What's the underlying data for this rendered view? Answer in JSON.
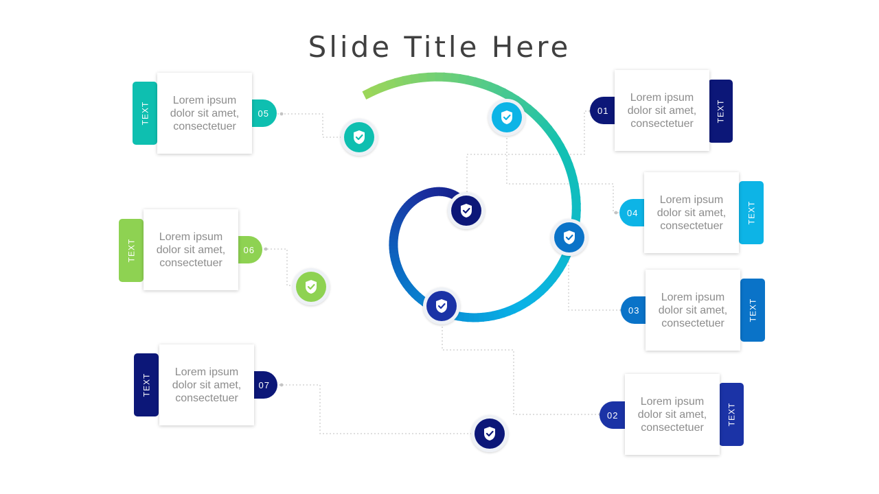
{
  "slide": {
    "title": "Slide Title Here"
  },
  "icons": {
    "step_marker": "check-shield-icon"
  },
  "colors": {
    "step01": "#0c1778",
    "step02": "#1b33a6",
    "step03": "#0a73c8",
    "step04": "#0db4e6",
    "step05": "#0ebfb0",
    "step06": "#8ed252",
    "step07": "#0c1778",
    "spiral_gradient": [
      "#9bd65a",
      "#12c0b2",
      "#09b2e6",
      "#0a6fc6",
      "#1b2f9e",
      "#0c157a"
    ]
  },
  "steps": [
    {
      "id": "01",
      "number": "01",
      "label": "TEXT",
      "text": "Lorem ipsum\ndolor sit amet,\nconsectetuer"
    },
    {
      "id": "02",
      "number": "02",
      "label": "TEXT",
      "text": "Lorem ipsum\ndolor sit amet,\nconsectetuer"
    },
    {
      "id": "03",
      "number": "03",
      "label": "TEXT",
      "text": "Lorem ipsum\ndolor sit amet,\nconsectetuer"
    },
    {
      "id": "04",
      "number": "04",
      "label": "TEXT",
      "text": "Lorem ipsum\ndolor sit amet,\nconsectetuer"
    },
    {
      "id": "05",
      "number": "05",
      "label": "TEXT",
      "text": "Lorem ipsum\ndolor sit amet,\nconsectetuer"
    },
    {
      "id": "06",
      "number": "06",
      "label": "TEXT",
      "text": "Lorem ipsum\ndolor sit amet,\nconsectetuer"
    },
    {
      "id": "07",
      "number": "07",
      "label": "TEXT",
      "text": "Lorem ipsum\ndolor sit amet,\nconsectetuer"
    }
  ]
}
